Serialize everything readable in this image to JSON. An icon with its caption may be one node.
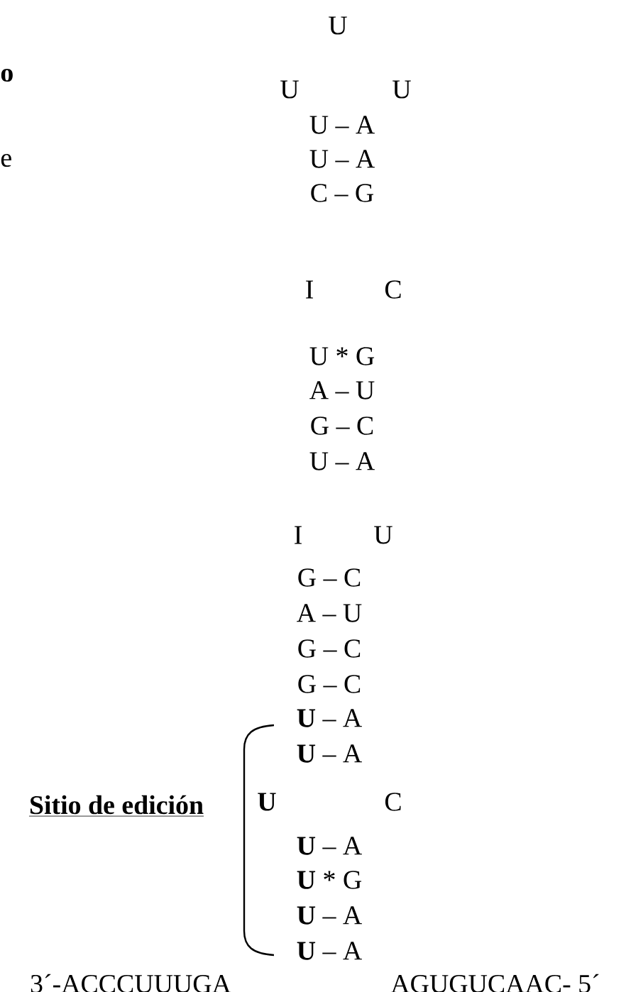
{
  "diagram": {
    "labels": [
      "U",
      "o",
      "U",
      "U",
      "e",
      "U – A",
      "U – A",
      "C – G",
      "I",
      "C",
      "U * G",
      "A – U",
      "G – C",
      "U – A",
      "I",
      "U",
      "G – C",
      "A – U",
      "G – C",
      "G – C",
      "**U** – A",
      "**U** – A",
      "Sitio de edición",
      "**U**",
      "C",
      "**U** – A",
      "**U** * G",
      "**U** – A",
      "**U** – A",
      "3´-ACCCUUUGA",
      "AGUGUCAAC- 5´"
    ]
  }
}
